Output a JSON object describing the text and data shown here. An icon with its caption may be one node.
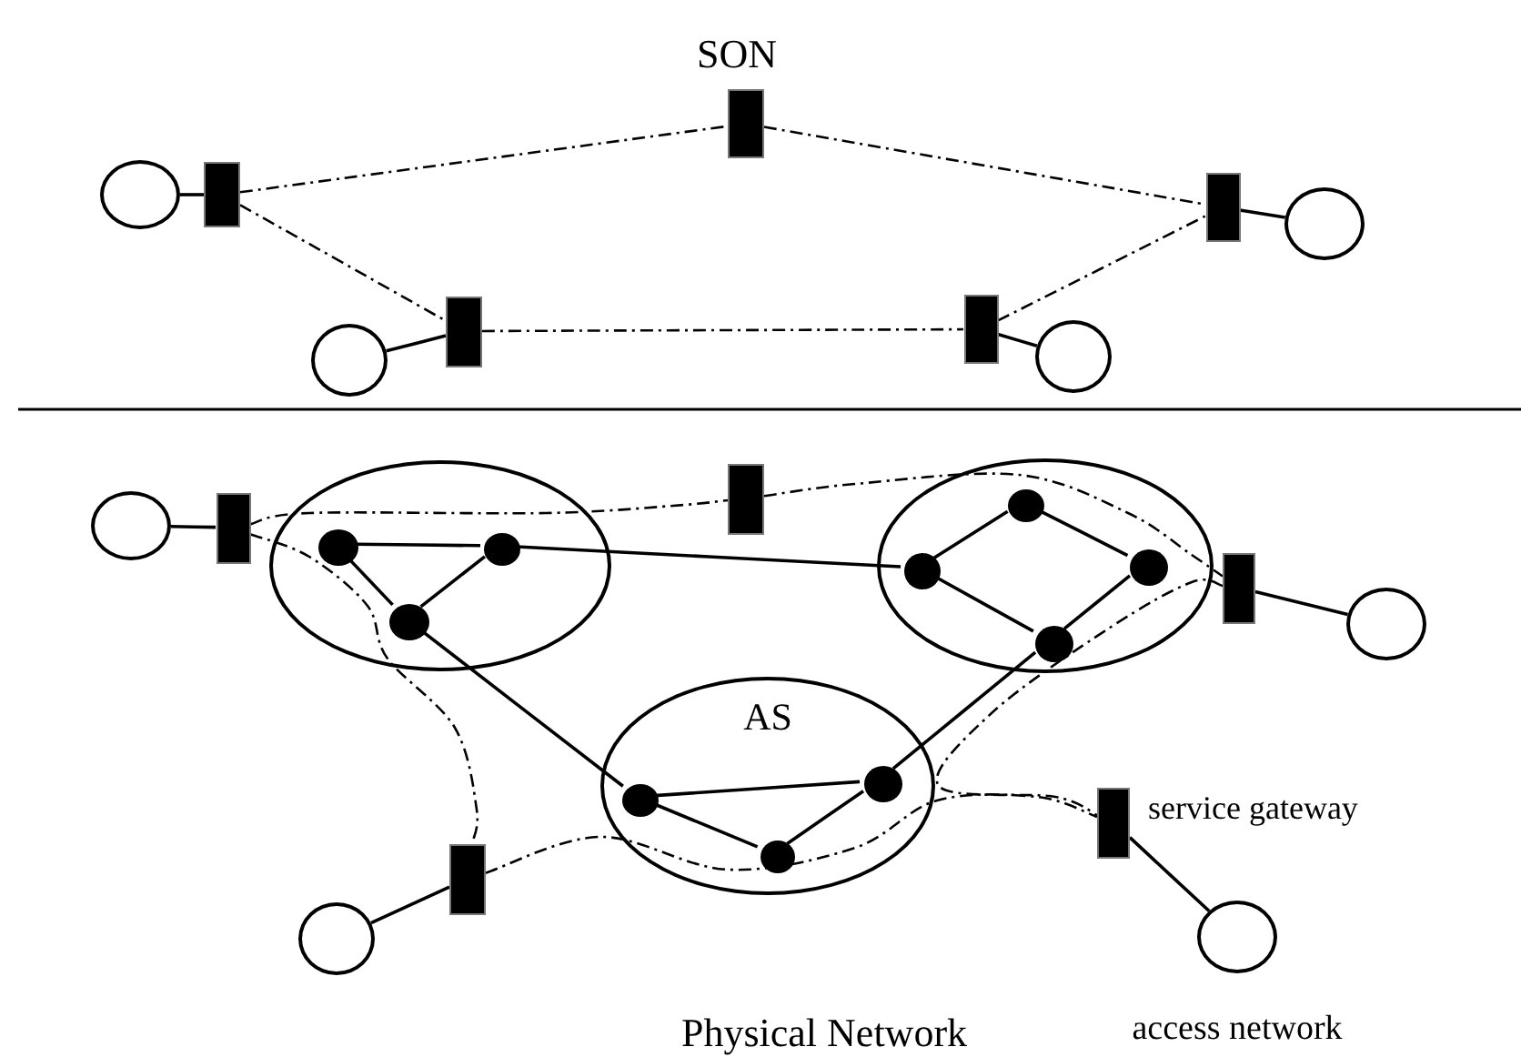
{
  "diagram": {
    "title": "SON",
    "nodes": [
      {
        "text": [],
        "shape": "box"
      },
      {
        "text": [],
        "shape": "circle"
      },
      {
        "text": [],
        "shape": "box"
      },
      {
        "text": [],
        "shape": "box"
      },
      {
        "text": [],
        "shape": "circle"
      },
      {
        "text": [],
        "shape": "box"
      },
      {
        "text": [],
        "shape": "box"
      },
      {
        "text": [],
        "shape": "circle"
      },
      {
        "text": [],
        "shape": "circle"
      },
      {
        "text": [],
        "shape": "ellipse"
      },
      {
        "text": [],
        "shape": "dot",
        "in": 9
      },
      {
        "text": [],
        "shape": "dot",
        "in": 9
      },
      {
        "text": [],
        "shape": "dot",
        "in": 9
      },
      {
        "text": [],
        "shape": "ellipse"
      },
      {
        "text": [],
        "shape": "dot",
        "in": 13
      },
      {
        "text": [],
        "shape": "dot",
        "in": 13
      },
      {
        "text": [],
        "shape": "dot",
        "in": 13
      },
      {
        "text": [],
        "shape": "dot",
        "in": 13
      },
      {
        "text": [
          "AS"
        ]
      },
      {
        "text": [],
        "shape": "dot",
        "in": 18
      },
      {
        "text": [],
        "shape": "dot",
        "in": 18
      },
      {
        "text": [],
        "shape": "dot",
        "in": 18
      },
      {
        "text": [],
        "shape": "box"
      },
      {
        "text": [],
        "shape": "box"
      },
      {
        "text": [],
        "shape": "box"
      },
      {
        "text": [],
        "shape": "box"
      },
      {
        "text": [],
        "shape": "box",
        "beside": [
          "service gateway"
        ]
      },
      {
        "text": [],
        "shape": "circle"
      },
      {
        "text": [],
        "shape": "circle"
      },
      {
        "text": [],
        "shape": "circle"
      },
      {
        "text": [],
        "shape": "circle",
        "beside": [
          "access network"
        ]
      }
    ],
    "edges": [
      {
        "from": 1,
        "to": 2,
        "arrow": "none"
      },
      {
        "from": 3,
        "to": 4,
        "arrow": "none"
      },
      {
        "from": 8,
        "to": 6,
        "arrow": "none"
      },
      {
        "from": 5,
        "to": 7,
        "arrow": "none"
      },
      {
        "from": 2,
        "to": 0,
        "arrow": "none",
        "style": "dashed"
      },
      {
        "from": 0,
        "to": 3,
        "arrow": "none",
        "style": "dashed"
      },
      {
        "from": 2,
        "to": 6,
        "arrow": "none",
        "style": "dashed"
      },
      {
        "from": 6,
        "to": 5,
        "arrow": "none",
        "style": "dashed"
      },
      {
        "from": 5,
        "to": 3,
        "arrow": "none",
        "style": "dashed"
      },
      {
        "from": 10,
        "to": 11,
        "arrow": "none"
      },
      {
        "from": 10,
        "to": 12,
        "arrow": "none"
      },
      {
        "from": 11,
        "to": 12,
        "arrow": "none"
      },
      {
        "from": 11,
        "to": 15,
        "arrow": "none"
      },
      {
        "from": 12,
        "to": 19,
        "arrow": "none"
      },
      {
        "from": 15,
        "to": 14,
        "arrow": "none"
      },
      {
        "from": 14,
        "to": 16,
        "arrow": "none"
      },
      {
        "from": 15,
        "to": 17,
        "arrow": "none"
      },
      {
        "from": 16,
        "to": 17,
        "arrow": "none"
      },
      {
        "from": 17,
        "to": 20,
        "arrow": "none"
      },
      {
        "from": 19,
        "to": 20,
        "arrow": "none"
      },
      {
        "from": 19,
        "to": 21,
        "arrow": "none"
      },
      {
        "from": 21,
        "to": 20,
        "arrow": "none"
      },
      {
        "from": 27,
        "to": 22,
        "arrow": "none"
      },
      {
        "from": 24,
        "to": 28,
        "arrow": "none"
      },
      {
        "from": 29,
        "to": 25,
        "arrow": "none"
      },
      {
        "from": 26,
        "to": 30,
        "arrow": "none"
      },
      {
        "from": 22,
        "to": 23,
        "arrow": "none",
        "style": "dashed"
      },
      {
        "from": 23,
        "to": 24,
        "arrow": "none",
        "style": "dashed"
      },
      {
        "from": 22,
        "to": 25,
        "arrow": "none",
        "style": "dashed"
      },
      {
        "from": 25,
        "to": 26,
        "arrow": "none",
        "style": "dashed"
      },
      {
        "from": 24,
        "to": 26,
        "arrow": "none",
        "style": "dashed"
      }
    ],
    "labels": [
      "Physical Network"
    ]
  }
}
